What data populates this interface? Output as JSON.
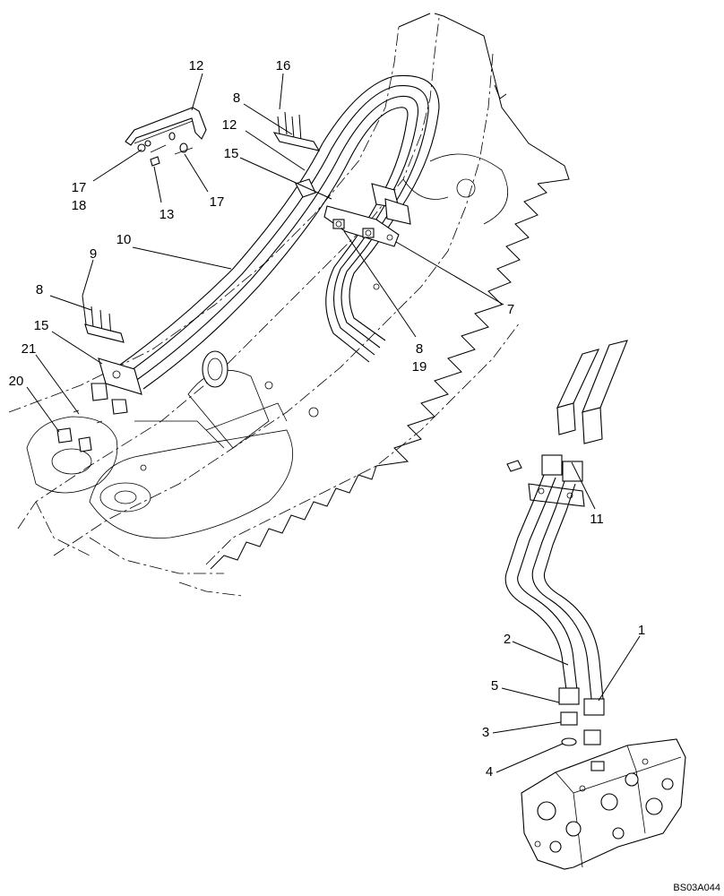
{
  "callouts": [
    {
      "id": "c12a",
      "text": "12"
    },
    {
      "id": "c16",
      "text": "16"
    },
    {
      "id": "c8a",
      "text": "8"
    },
    {
      "id": "c12b",
      "text": "12"
    },
    {
      "id": "c15a",
      "text": "15"
    },
    {
      "id": "c17a",
      "text": "17"
    },
    {
      "id": "c18",
      "text": "18"
    },
    {
      "id": "c13",
      "text": "13"
    },
    {
      "id": "c17b",
      "text": "17"
    },
    {
      "id": "c10",
      "text": "10"
    },
    {
      "id": "c9",
      "text": "9"
    },
    {
      "id": "c8b",
      "text": "8"
    },
    {
      "id": "c15b",
      "text": "15"
    },
    {
      "id": "c21",
      "text": "21"
    },
    {
      "id": "c20",
      "text": "20"
    },
    {
      "id": "c7",
      "text": "7"
    },
    {
      "id": "c8c",
      "text": "8"
    },
    {
      "id": "c19",
      "text": "19"
    },
    {
      "id": "c11",
      "text": "11"
    },
    {
      "id": "c1",
      "text": "1"
    },
    {
      "id": "c2",
      "text": "2"
    },
    {
      "id": "c5",
      "text": "5"
    },
    {
      "id": "c3",
      "text": "3"
    },
    {
      "id": "c4",
      "text": "4"
    }
  ],
  "figure_code": "BS03A044"
}
